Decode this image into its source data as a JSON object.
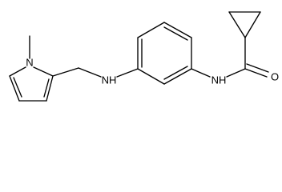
{
  "molecule": {
    "atoms": {
      "pyrrole_n": "N",
      "amine_nh": "NH",
      "amide_nh": "NH",
      "carbonyl_o": "O"
    }
  },
  "colors": {
    "bond": "#000000",
    "label": "#000000",
    "background": "#ffffff"
  }
}
